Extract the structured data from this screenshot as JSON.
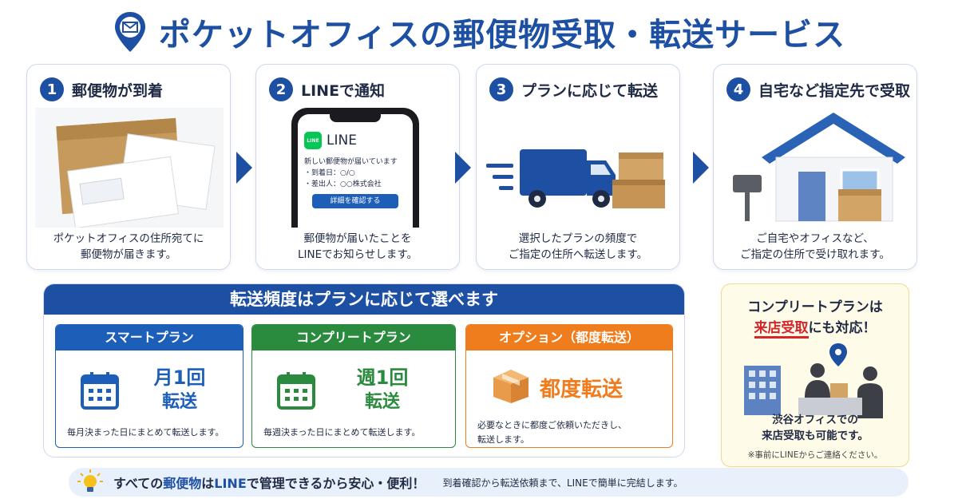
{
  "header": {
    "title": "ポケットオフィスの郵便物受取・転送サービス"
  },
  "steps": [
    {
      "number": "1",
      "title": "郵便物が到着",
      "desc1": "ポケットオフィスの住所宛てに",
      "desc2": "郵便物が届きます。"
    },
    {
      "number": "2",
      "title": "LINEで通知",
      "desc1": "郵便物が届いたことを",
      "desc2": "LINEでお知らせします。"
    },
    {
      "number": "3",
      "title": "プランに応じて転送",
      "desc1": "選択したプランの頻度で",
      "desc2": "ご指定の住所へ転送します。"
    },
    {
      "number": "4",
      "title": "自宅など指定先で受取",
      "desc1": "ご自宅やオフィスなど、",
      "desc2": "ご指定の住所で受け取れます。"
    }
  ],
  "phone": {
    "app_name": "LINE",
    "badge": "LINE",
    "message": "新しい郵便物が届いています",
    "arrival": "・到着日：○/○",
    "sender": "・差出人：○○株式会社",
    "button": "詳細を確認する"
  },
  "plans": {
    "heading": "転送頻度はプランに応じて選べます",
    "smart": {
      "name": "スマートプラン",
      "freq1": "月1回",
      "freq2": "転送",
      "note": "毎月決まった日にまとめて転送します。"
    },
    "complete": {
      "name": "コンプリートプラン",
      "freq1": "週1回",
      "freq2": "転送",
      "note": "毎週決まった日にまとめて転送します。"
    },
    "option": {
      "name": "オプション（都度転送）",
      "freq": "都度転送",
      "note1": "必要なときに都度ご依頼いただきし、",
      "note2": "転送します。"
    }
  },
  "side": {
    "title1": "コンプリートプランは",
    "title2_em": "来店受取",
    "title2_rest": "にも対応！",
    "desc1": "渋谷オフィスでの",
    "desc2": "来店受取も可能です。",
    "small": "※事前にLINEからご連絡ください。"
  },
  "bottom": {
    "main_pre": "すべての",
    "main_em": "郵便物",
    "main_mid": "は",
    "main_em2": "LINE",
    "main_post": "で管理できるから安心・便利！",
    "sub": "到着確認から転送依頼まで、LINEで簡単に完結します。"
  },
  "colors": {
    "primary": "#1d4fa3",
    "smart": "#1d5fb8",
    "complete": "#2a8a3e",
    "option": "#ef7d1e",
    "accent_red": "#d9242a",
    "line_green": "#06c755"
  },
  "icons": [
    "location-pin-icon",
    "envelope-icon",
    "calendar-icon",
    "box-icon",
    "bulb-icon",
    "truck-icon",
    "house-icon",
    "building-icon",
    "person-icon"
  ]
}
